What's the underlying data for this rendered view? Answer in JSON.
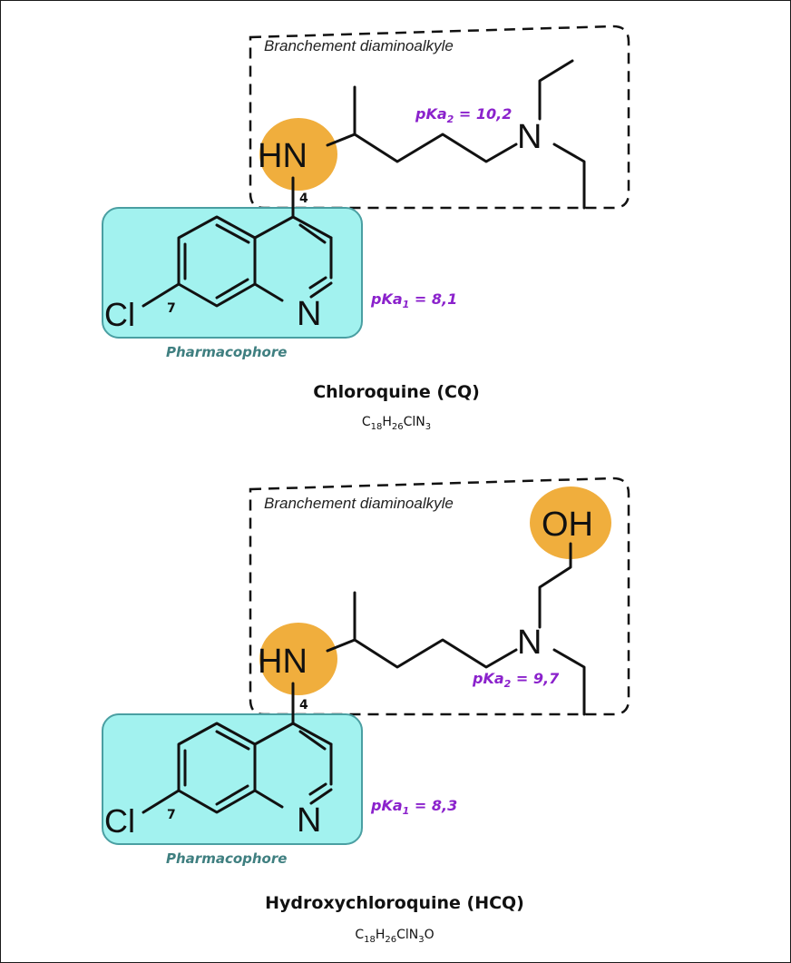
{
  "molecules": [
    {
      "region_label": "Branchement diaminoalkyle",
      "pharmacophore_label": "Pharmacophore",
      "amine_label": "HN",
      "tertiary_n_label": "N",
      "ring_n_label": "N",
      "cl_label": "Cl",
      "pos4": "4",
      "pos7": "7",
      "pka1": {
        "prefix": "pKa",
        "sub": "1",
        "suffix": " = 8,1"
      },
      "pka2": {
        "prefix": "pKa",
        "sub": "2",
        "suffix": " = 10,2"
      },
      "name": "Chloroquine (CQ)",
      "formula": [
        {
          "t": "C",
          "sub": false
        },
        {
          "t": "18",
          "sub": true
        },
        {
          "t": "H",
          "sub": false
        },
        {
          "t": "26",
          "sub": true
        },
        {
          "t": "ClN",
          "sub": false
        },
        {
          "t": "3",
          "sub": true
        }
      ]
    },
    {
      "region_label": "Branchement diaminoalkyle",
      "pharmacophore_label": "Pharmacophore",
      "amine_label": "HN",
      "hydroxyl_label": "OH",
      "tertiary_n_label": "N",
      "ring_n_label": "N",
      "cl_label": "Cl",
      "pos4": "4",
      "pos7": "7",
      "pka1": {
        "prefix": "pKa",
        "sub": "1",
        "suffix": " = 8,3"
      },
      "pka2": {
        "prefix": "pKa",
        "sub": "2",
        "suffix": " = 9,7"
      },
      "name": "Hydroxychloroquine (HCQ)",
      "formula": [
        {
          "t": "C",
          "sub": false
        },
        {
          "t": "18",
          "sub": true
        },
        {
          "t": "H",
          "sub": false
        },
        {
          "t": "26",
          "sub": true
        },
        {
          "t": "ClN",
          "sub": false
        },
        {
          "t": "3",
          "sub": true
        },
        {
          "t": "O",
          "sub": false
        }
      ]
    }
  ],
  "colors": {
    "pharmacophore_fill": "#a2f2ef",
    "pharmacophore_stroke": "#4a9fa2",
    "highlight": "#f0ae3d",
    "pka": "#8b22cc",
    "pharmacophore_text": "#3f7f80"
  }
}
